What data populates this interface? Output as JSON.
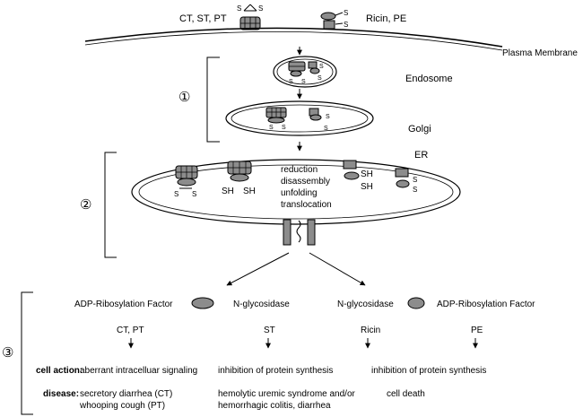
{
  "labels": {
    "toxins_left": "CT, ST, PT",
    "toxins_right": "Ricin, PE",
    "plasma_membrane": "Plasma Membrane",
    "endosome": "Endosome",
    "golgi": "Golgi",
    "er": "ER",
    "step1": "①",
    "step2": "②",
    "step3": "③",
    "sulfur": "S",
    "sulfhydryl": "SH"
  },
  "er_process": [
    "reduction",
    "disassembly",
    "unfolding",
    "translocation"
  ],
  "activities": {
    "left_arf": "ADP-Ribosylation Factor",
    "left_ng": "N-glycosidase",
    "right_ng": "N-glycosidase",
    "right_arf": "ADP-Ribosylation Factor"
  },
  "toxin_groups": [
    "CT, PT",
    "ST",
    "Ricin",
    "PE"
  ],
  "rows": {
    "cell_action_label": "cell action:",
    "cell_action": [
      "aberrant intracelluar signaling",
      "inhibition of protein synthesis",
      "inhibition of protein synthesis"
    ],
    "disease_label": "disease:",
    "disease": [
      [
        "secretory diarrhea (CT)",
        "whooping cough (PT)"
      ],
      [
        "hemolytic uremic syndrome and/or",
        "hemorrhagic colitis, diarrhea"
      ],
      [
        "cell death"
      ]
    ]
  },
  "colors": {
    "toxin_fill": "#8c8c8c",
    "line": "#000000",
    "background": "#ffffff"
  }
}
